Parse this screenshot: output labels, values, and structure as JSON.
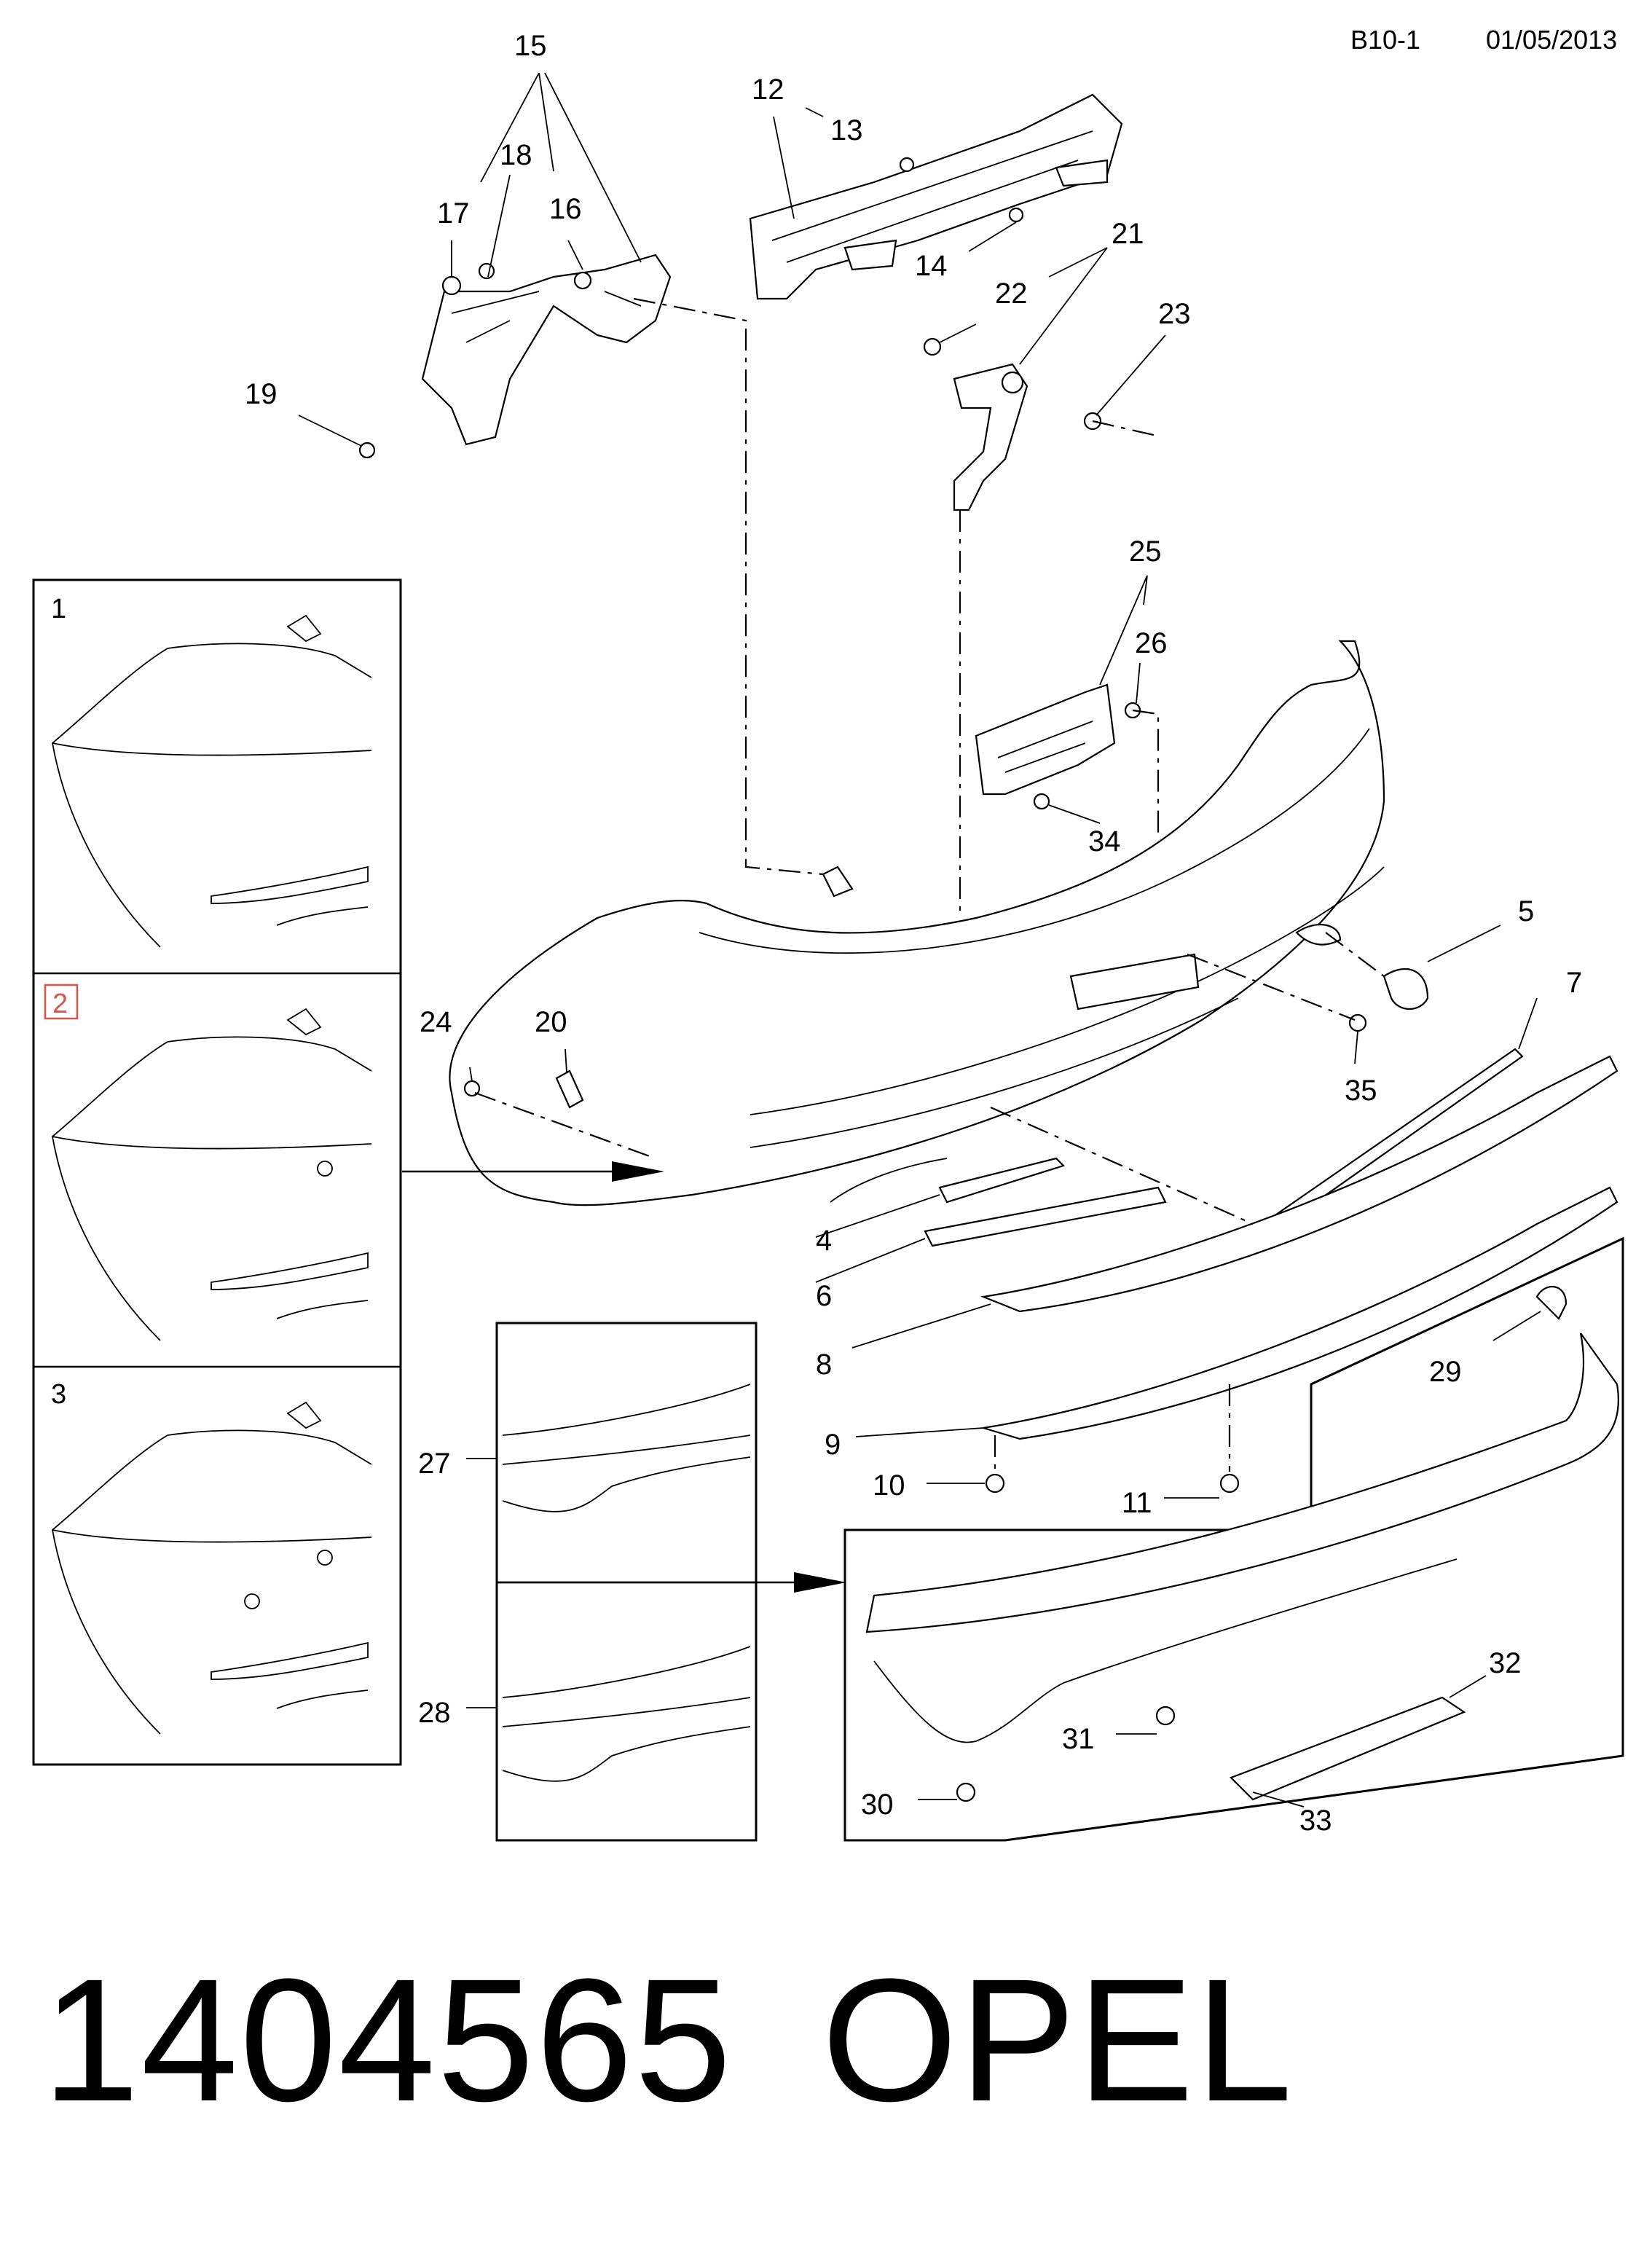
{
  "header": {
    "page_code": "B10-1",
    "date": "01/05/2013"
  },
  "footer": {
    "part_number": "1404565",
    "brand": "OPEL"
  },
  "variants": [
    {
      "label": "1",
      "highlighted": false
    },
    {
      "label": "2",
      "highlighted": true,
      "highlight_color": "#d9534f"
    },
    {
      "label": "3",
      "highlighted": false
    }
  ],
  "callouts": [
    "1",
    "2",
    "3",
    "4",
    "5",
    "6",
    "7",
    "8",
    "9",
    "10",
    "11",
    "12",
    "13",
    "14",
    "15",
    "16",
    "17",
    "18",
    "19",
    "20",
    "21",
    "22",
    "23",
    "24",
    "25",
    "26",
    "27",
    "28",
    "29",
    "30",
    "31",
    "32",
    "33",
    "34",
    "35"
  ]
}
